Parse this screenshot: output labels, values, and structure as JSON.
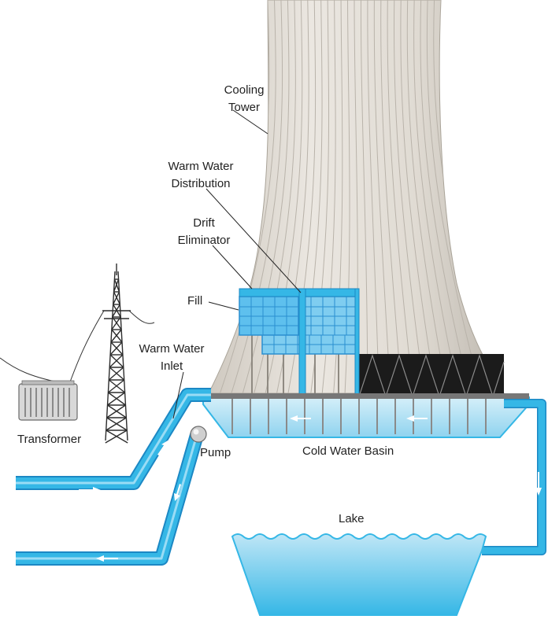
{
  "labels": {
    "cooling_tower_1": "Cooling",
    "cooling_tower_2": "Tower",
    "warm_water_distribution_1": "Warm Water",
    "warm_water_distribution_2": "Distribution",
    "drift_eliminator_1": "Drift",
    "drift_eliminator_2": "Eliminator",
    "fill": "Fill",
    "warm_water_inlet_1": "Warm Water",
    "warm_water_inlet_2": "Inlet",
    "transformer": "Transformer",
    "pump": "Pump",
    "cold_water_basin": "Cold Water Basin",
    "lake": "Lake"
  },
  "colors": {
    "tower": "#e2ddd6",
    "tower_stripe": "#b9b3aa",
    "water": "#35b7e6",
    "water_light": "#bfe6f6",
    "fill_grid": "#2a8fd0",
    "drift_black": "#1b1b1b",
    "pipe_arrow": "#ffffff"
  },
  "icons": [
    "transformer-icon",
    "transmission-tower-icon",
    "pump-icon",
    "flow-arrow-icon"
  ]
}
